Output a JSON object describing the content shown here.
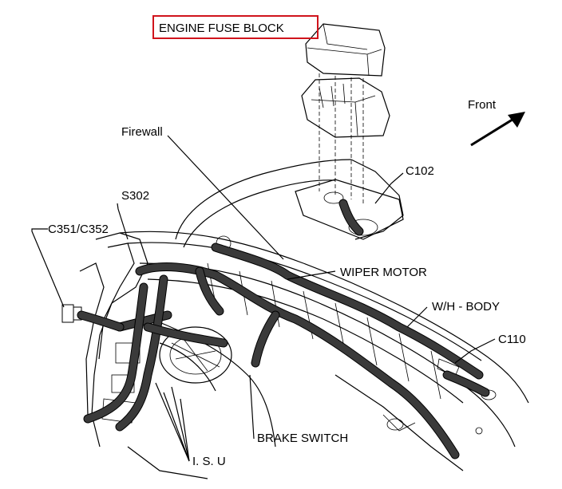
{
  "labels": {
    "engine_fuse_block": "ENGINE FUSE BLOCK",
    "front": "Front",
    "firewall": "Firewall",
    "c102": "C102",
    "s302": "S302",
    "c351_c352": "C351/C352",
    "wiper_motor": "WIPER MOTOR",
    "wh_body": "W/H - BODY",
    "c110": "C110",
    "brake_switch": "BRAKE SWITCH",
    "isu": "I. S. U"
  },
  "colors": {
    "highlight_box": "#d0141c",
    "harness": "#3a3a3a"
  }
}
